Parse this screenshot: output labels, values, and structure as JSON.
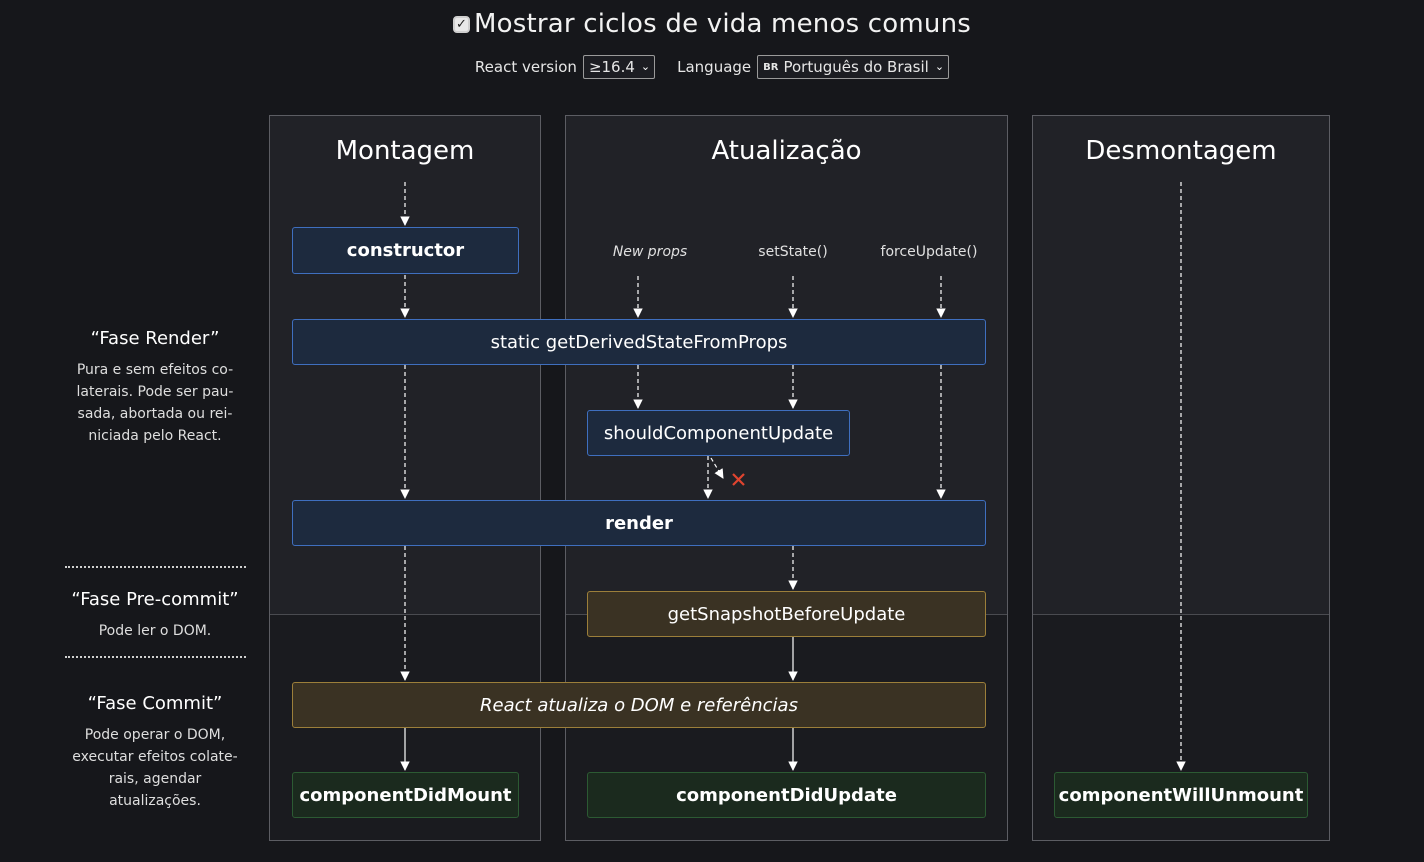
{
  "toggle": {
    "checked": true,
    "label": "Mostrar ciclos de vida menos comuns"
  },
  "controls": {
    "react_version_label": "React version",
    "react_version_value": "≥16.4",
    "language_label": "Language",
    "language_flag": "BR",
    "language_value": "Português do Brasil"
  },
  "phases": {
    "render": {
      "title": "“Fase Render”",
      "desc": [
        "Pura e sem efeitos co-",
        "laterais. Pode ser pau-",
        "sada, abortada ou rei-",
        "niciada pelo React."
      ]
    },
    "precommit": {
      "title": "“Fase Pre-commit”",
      "desc": [
        "Pode ler o DOM."
      ]
    },
    "commit": {
      "title": "“Fase Commit”",
      "desc": [
        "Pode operar o DOM,",
        "executar efeitos colate-",
        "rais, agendar",
        "atualizações."
      ]
    }
  },
  "columns": {
    "mounting": "Montagem",
    "updating": "Atualização",
    "unmounting": "Desmontagem"
  },
  "triggers": {
    "new_props": "New props",
    "set_state": "setState()",
    "force_update": "forceUpdate()"
  },
  "methods": {
    "constructor": "constructor",
    "get_derived": "static getDerivedStateFromProps",
    "should_update": "shouldComponentUpdate",
    "render": "render",
    "get_snapshot": "getSnapshotBeforeUpdate",
    "dom_update": "React atualiza o DOM e referências",
    "did_mount": "componentDidMount",
    "did_update": "componentDidUpdate",
    "will_unmount": "componentWillUnmount"
  },
  "colors": {
    "render_border": "#3f6fbf",
    "precommit_border": "#9c7f3a",
    "commit_border": "#2c5a33",
    "cancel_mark": "#e0442f"
  }
}
